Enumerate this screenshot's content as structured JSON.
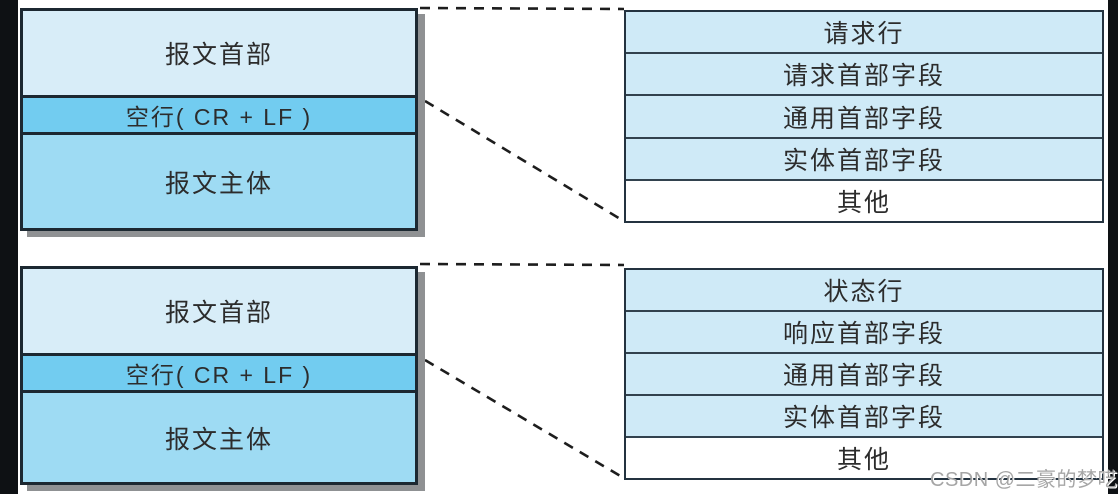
{
  "watermark": "CSDN @二豪的梦呓",
  "colors": {
    "background": "#ffffff",
    "edge_bar": "#0e1114",
    "message_header_fill": "#d8edf8",
    "blank_line_fill": "#72ccf0",
    "message_body_fill": "#9edbf3",
    "header_field_fill": "#cfeaf7",
    "other_row_fill": "#ffffff",
    "box_border": "#1c2831",
    "box_shadow": "#8f9193",
    "text": "#2c2c2c",
    "dashed_line": "#1d1d1d",
    "watermark_text": "#a6a6a6"
  },
  "request": {
    "message_box": {
      "rows": [
        {
          "label": "报文首部"
        },
        {
          "label": "空行( CR + LF )"
        },
        {
          "label": "报文主体"
        }
      ]
    },
    "header_box": {
      "rows": [
        {
          "label": "请求行"
        },
        {
          "label": "请求首部字段"
        },
        {
          "label": "通用首部字段"
        },
        {
          "label": "实体首部字段"
        },
        {
          "label": "其他"
        }
      ]
    }
  },
  "response": {
    "message_box": {
      "rows": [
        {
          "label": "报文首部"
        },
        {
          "label": "空行( CR + LF )"
        },
        {
          "label": "报文主体"
        }
      ]
    },
    "header_box": {
      "rows": [
        {
          "label": "状态行"
        },
        {
          "label": "响应首部字段"
        },
        {
          "label": "通用首部字段"
        },
        {
          "label": "实体首部字段"
        },
        {
          "label": "其他"
        }
      ]
    }
  }
}
